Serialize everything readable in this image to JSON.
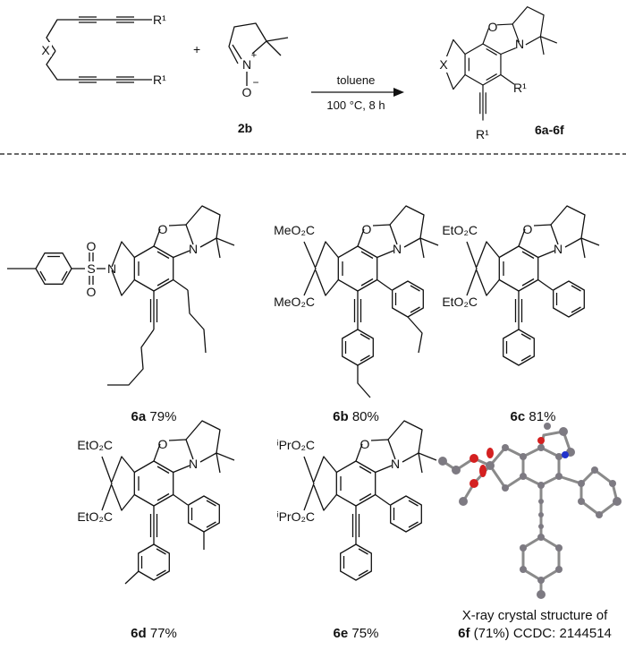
{
  "reaction": {
    "reactant": {
      "x_label": "X",
      "r_top": "R¹",
      "r_bottom": "R¹"
    },
    "plus": "+",
    "reagent": {
      "n_label": "N",
      "plus_charge": "+",
      "o_label": "O",
      "minus_charge": "−",
      "name": "2b"
    },
    "conditions": {
      "solvent": "toluene",
      "temp_time": "100 °C, 8 h"
    },
    "product": {
      "x_label": "X",
      "o_label": "O",
      "n_label": "N",
      "r_aryl": "R¹",
      "r_alkyne": "R¹",
      "name": "6a-6f"
    }
  },
  "atoms": {
    "O": "O",
    "N": "N",
    "S": "S"
  },
  "compounds": [
    {
      "id": "6a",
      "yield": "79%"
    },
    {
      "id": "6b",
      "yield": "80%",
      "ester_top": "MeO₂C",
      "ester_bottom": "MeO₂C"
    },
    {
      "id": "6c",
      "yield": "81%",
      "ester_top": "EtO₂C",
      "ester_bottom": "EtO₂C"
    },
    {
      "id": "6d",
      "yield": "77%",
      "ester_top": "EtO₂C",
      "ester_bottom": "EtO₂C"
    },
    {
      "id": "6e",
      "yield": "75%",
      "ester_top": "ⁱPrO₂C",
      "ester_bottom": "ⁱPrO₂C"
    }
  ],
  "xray": {
    "caption_line1": "X-ray crystal structure of",
    "compound": "6f",
    "yield": "(71%)",
    "ccdc": "CCDC: 2144514"
  }
}
